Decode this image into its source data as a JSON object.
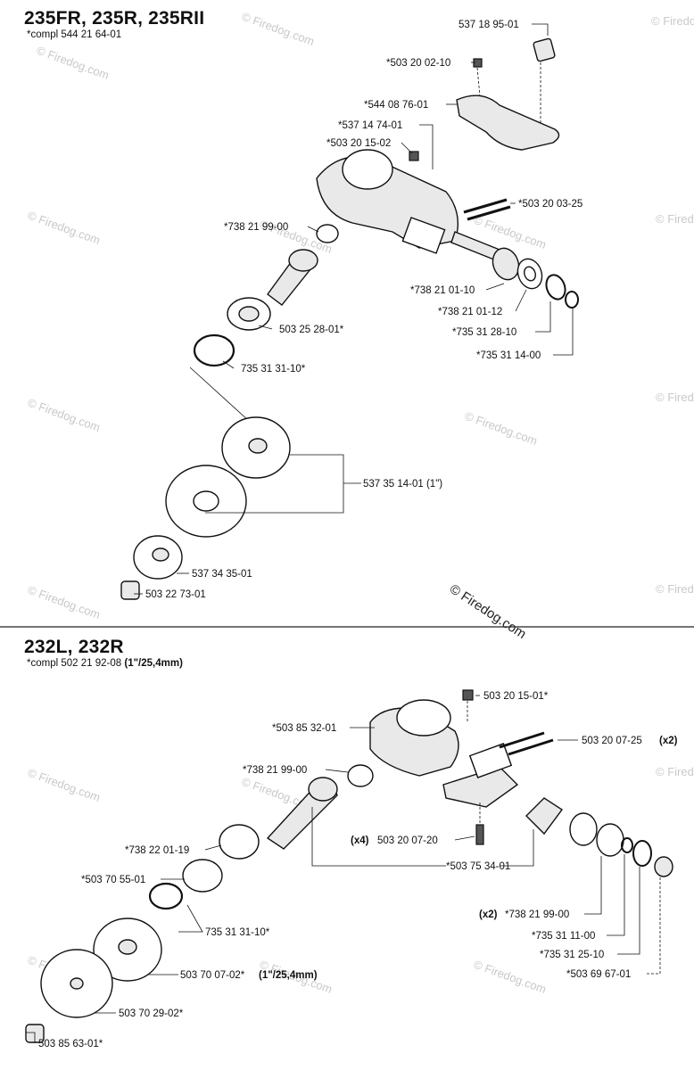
{
  "section_top": {
    "title": "235FR, 235R, 235RII",
    "compl_prefix": "*compl",
    "compl_number": "544 21 64-01",
    "labels": {
      "p1": "537 18 95-01",
      "p2": "*503 20 02-10",
      "p3": "*544 08 76-01",
      "p4": "*537 14 74-01",
      "p5": "*503 20 15-02",
      "p6": "*503 20 03-25",
      "p7": "*738 21 99-00",
      "p8": "*738 21 01-10",
      "p9": "*738 21 01-12",
      "p10": "503 25 28-01*",
      "p11": "*735 31 28-10",
      "p12": "*735 31 14-00",
      "p13": "735 31 31-10*",
      "p14": "537 35 14-01 (1\")",
      "p15": "537 34 35-01",
      "p16": "503 22 73-01"
    }
  },
  "section_bottom": {
    "title": "232L, 232R",
    "compl_prefix": "*compl",
    "compl_number": "502 21 92-08",
    "compl_size": "(1\"/25,4mm)",
    "labels": {
      "q1": "503 20 15-01*",
      "q2": "*503 85 32-01",
      "q3": "503 20 07-25",
      "q3_qty": "(x2)",
      "q4": "*738 21 99-00",
      "q5": "*738 22 01-19",
      "q6_qty": "(x4)",
      "q6": "503 20 07-20",
      "q7": "*503 70 55-01",
      "q8": "*503 75 34-01",
      "q9_qty": "(x2)",
      "q9": "*738 21 99-00",
      "q10": "735 31 31-10*",
      "q11": "*735 31 11-00",
      "q12": "*735 31 25-10",
      "q13": "503 70 07-02*",
      "q13_size": "(1\"/25,4mm)",
      "q14": "*503 69 67-01",
      "q15": "503 70 29-02*",
      "q16": "503 85 63-01*"
    }
  },
  "watermark": {
    "main": "© Firedog.com",
    "faint": "© Firedog.com"
  }
}
